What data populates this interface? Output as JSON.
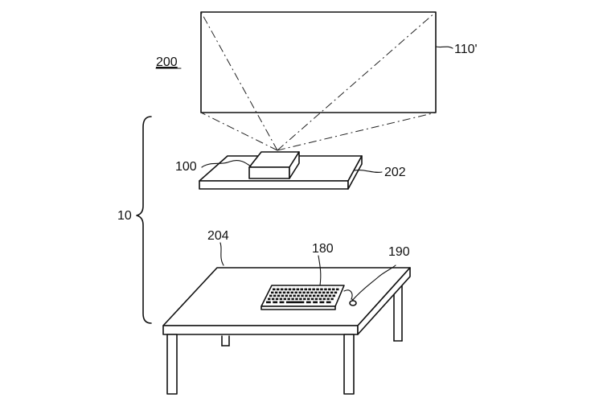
{
  "figure": {
    "labels": {
      "system": "200",
      "projection_screen": "110'",
      "projector": "100",
      "platform": "202",
      "bracket": "10",
      "table": "204",
      "keyboard": "180",
      "cable": "190"
    },
    "line_color": "#111111",
    "background": "#ffffff"
  }
}
